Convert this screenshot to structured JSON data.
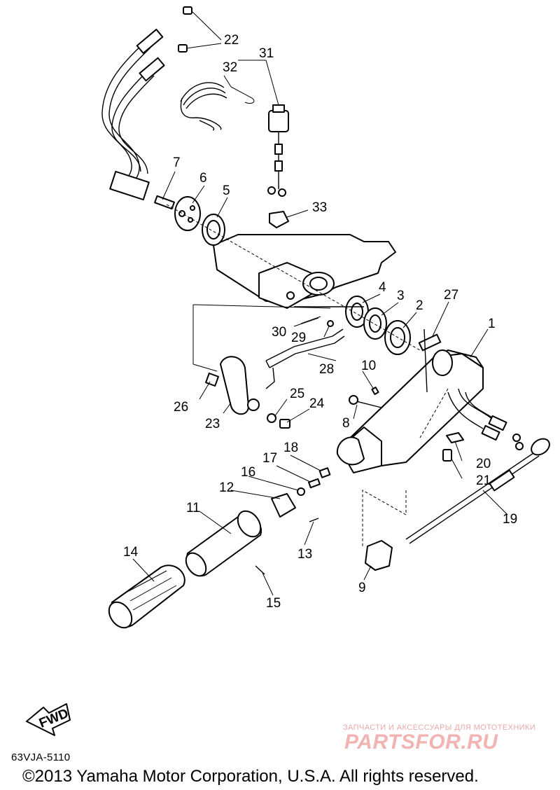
{
  "callouts": [
    "1",
    "2",
    "3",
    "4",
    "5",
    "6",
    "7",
    "8",
    "9",
    "10",
    "11",
    "12",
    "13",
    "14",
    "15",
    "16",
    "17",
    "18",
    "19",
    "20",
    "21",
    "22",
    "23",
    "24",
    "25",
    "26",
    "27",
    "28",
    "29",
    "30",
    "31",
    "32",
    "33"
  ],
  "fwd_label": "FWD",
  "diagram_code": "63VJA-5110",
  "copyright": "©2013 Yamaha Motor Corporation, U.S.A. All rights reserved.",
  "watermark": {
    "tagline": "ЗАПЧАСТИ И АКСЕССУАРЫ ДЛЯ МОТОТЕХНИКИ",
    "brand": "PARTSFOR.RU"
  }
}
